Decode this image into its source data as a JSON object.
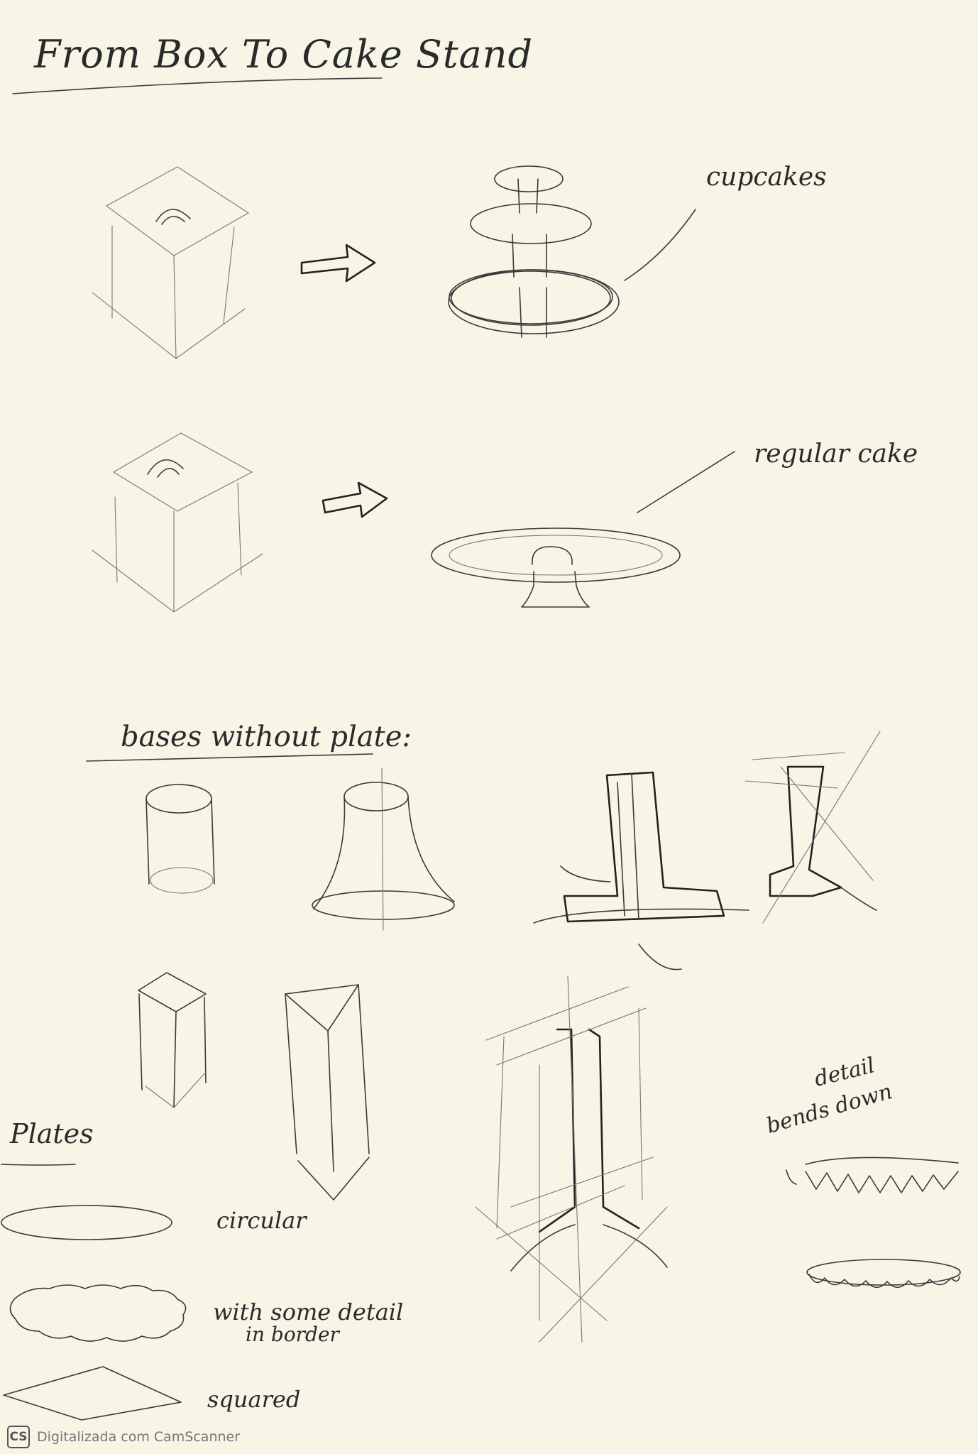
{
  "title": "From Box To Cake Stand",
  "labels": {
    "cupcakes": "cupcakes",
    "regular_cake": "regular cake",
    "bases_without_plate": "bases without plate:",
    "plates": "Plates",
    "circular": "circular",
    "with_detail_line1": "with some detail",
    "with_detail_line2": "in border",
    "squared": "squared",
    "bends_line1": "detail",
    "bends_line2": "bends down"
  },
  "footer": {
    "logo": "CS",
    "text": "Digitalizada com CamScanner"
  },
  "colors": {
    "paper": "#f7f5e6",
    "pencil": "#3a3a3a"
  }
}
